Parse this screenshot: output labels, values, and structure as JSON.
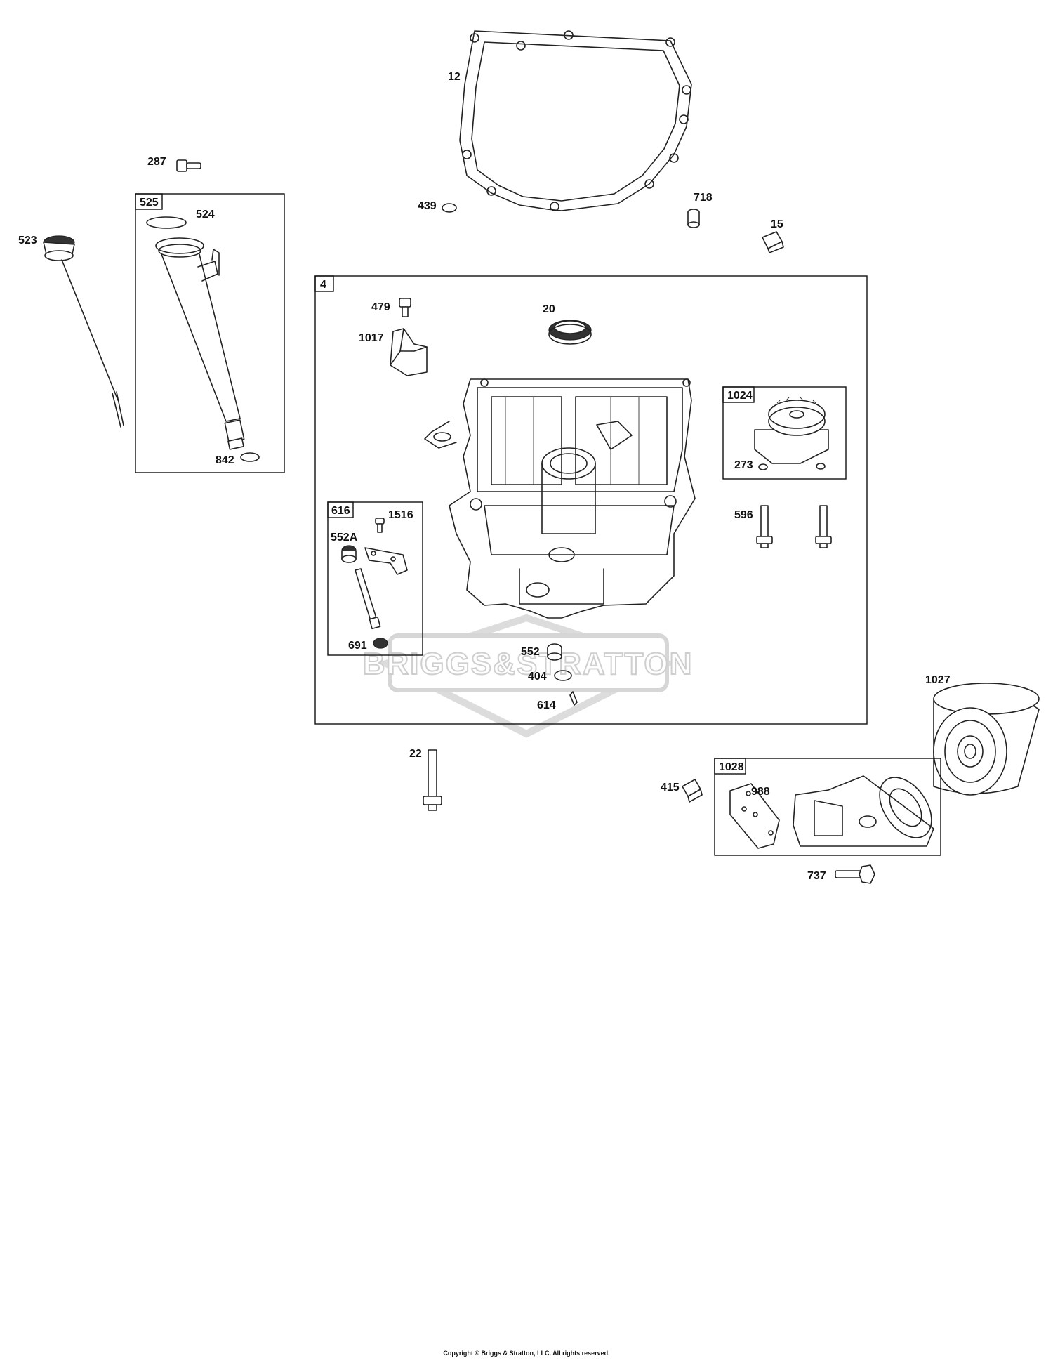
{
  "watermark": {
    "brand_text": "BRIGGS&STRATTON"
  },
  "copyright": "Copyright © Briggs & Stratton, LLC. All rights reserved.",
  "boxes": {
    "box_525": "525",
    "box_4": "4",
    "box_1024": "1024",
    "box_616": "616",
    "box_1028": "1028"
  },
  "labels": {
    "p12": "12",
    "p287": "287",
    "p524": "524",
    "p523": "523",
    "p842": "842",
    "p439": "439",
    "p718": "718",
    "p15": "15",
    "p479": "479",
    "p20": "20",
    "p1017": "1017",
    "p273": "273",
    "p596": "596",
    "p1516": "1516",
    "p552A": "552A",
    "p691": "691",
    "p552": "552",
    "p404": "404",
    "p614": "614",
    "p1027": "1027",
    "p22": "22",
    "p415": "415",
    "p988": "988",
    "p737": "737"
  }
}
